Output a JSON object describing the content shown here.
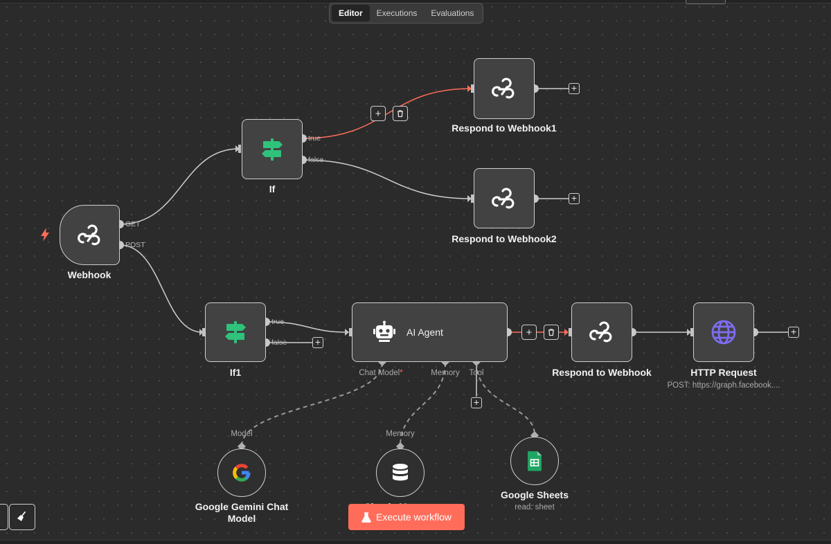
{
  "tabs": [
    {
      "label": "Editor",
      "active": true
    },
    {
      "label": "Executions",
      "active": false
    },
    {
      "label": "Evaluations",
      "active": false
    }
  ],
  "nodes": {
    "webhook": {
      "label": "Webhook",
      "outputs": [
        "GET",
        "POST"
      ],
      "icon": "webhook-icon"
    },
    "if": {
      "label": "If",
      "outputs": [
        "true",
        "false"
      ],
      "icon": "signpost-icon"
    },
    "if1": {
      "label": "If1",
      "outputs": [
        "true",
        "false"
      ],
      "icon": "signpost-icon"
    },
    "respond1": {
      "label": "Respond to Webhook1",
      "icon": "webhook-icon"
    },
    "respond2": {
      "label": "Respond to Webhook2",
      "icon": "webhook-icon"
    },
    "ai_agent": {
      "label": "AI Agent",
      "icon": "robot-icon",
      "inputs": [
        "Chat Model",
        "Memory",
        "Tool"
      ]
    },
    "respond": {
      "label": "Respond to Webhook",
      "icon": "webhook-icon"
    },
    "http": {
      "label": "HTTP Request",
      "subtitle": "POST: https://graph.facebook....",
      "icon": "globe-icon"
    },
    "gemini": {
      "label_line1": "Google Gemini Chat",
      "label_line2": "Model",
      "handle": "Model",
      "icon": "google-icon"
    },
    "memory": {
      "label": "Simple Memory",
      "handle": "Memory",
      "icon": "database-icon"
    },
    "sheets": {
      "label": "Google Sheets",
      "subtitle": "read: sheet",
      "icon": "sheets-icon"
    }
  },
  "required_marker": "*",
  "execute_button": {
    "label": "Execute workflow"
  },
  "colors": {
    "accent": "#ff6d5a",
    "if_green": "#2fc27a",
    "agent_purple": "#7e6df4"
  }
}
